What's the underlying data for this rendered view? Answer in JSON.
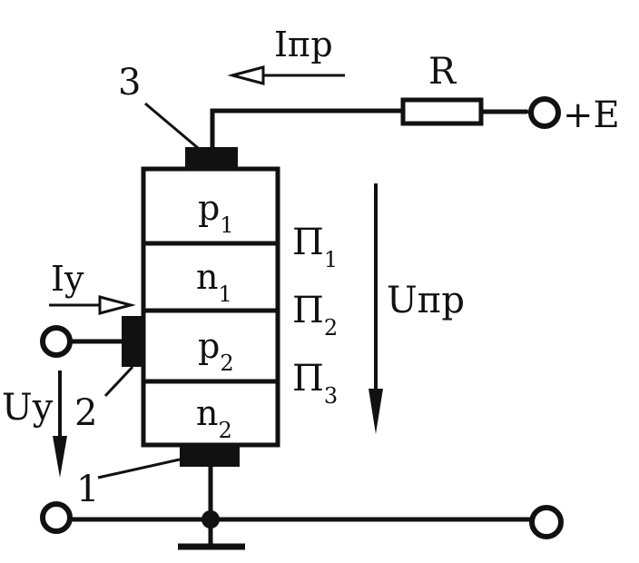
{
  "diagram": {
    "labels": {
      "current_forward": "Iпр",
      "current_gate": "Iy",
      "voltage_forward": "Uпр",
      "voltage_gate": "Uy",
      "resistor": "R",
      "supply": "+E",
      "contact_anode": "3",
      "contact_gate": "2",
      "contact_cathode": "1"
    },
    "layers": [
      {
        "main": "p",
        "sub": "1"
      },
      {
        "main": "n",
        "sub": "1"
      },
      {
        "main": "p",
        "sub": "2"
      },
      {
        "main": "n",
        "sub": "2"
      }
    ],
    "junctions": [
      {
        "main": "П",
        "sub": "1"
      },
      {
        "main": "П",
        "sub": "2"
      },
      {
        "main": "П",
        "sub": "3"
      }
    ],
    "colors": {
      "ink": "#111111",
      "background": "#ffffff"
    }
  }
}
